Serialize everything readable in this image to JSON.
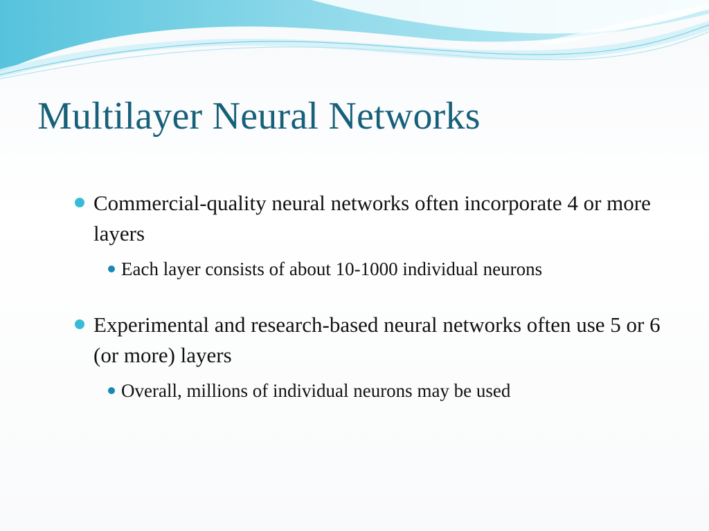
{
  "slide": {
    "title": "Multilayer Neural Networks",
    "bullets": [
      {
        "text": "Commercial-quality neural networks often incorporate 4 or more layers",
        "sub": [
          "Each layer consists of about 10-1000 individual neurons"
        ]
      },
      {
        "text": "Experimental and research-based neural networks often use 5 or 6 (or more) layers",
        "sub": [
          "Overall, millions of individual neurons may be used"
        ]
      }
    ]
  },
  "colors": {
    "title": "#17607a",
    "bullet_l1": "#38bcd6",
    "bullet_l2": "#1789b2",
    "wave_light": "#bfeaf3",
    "wave_mid": "#7fd4e6",
    "wave_dark": "#3fb7d4"
  }
}
